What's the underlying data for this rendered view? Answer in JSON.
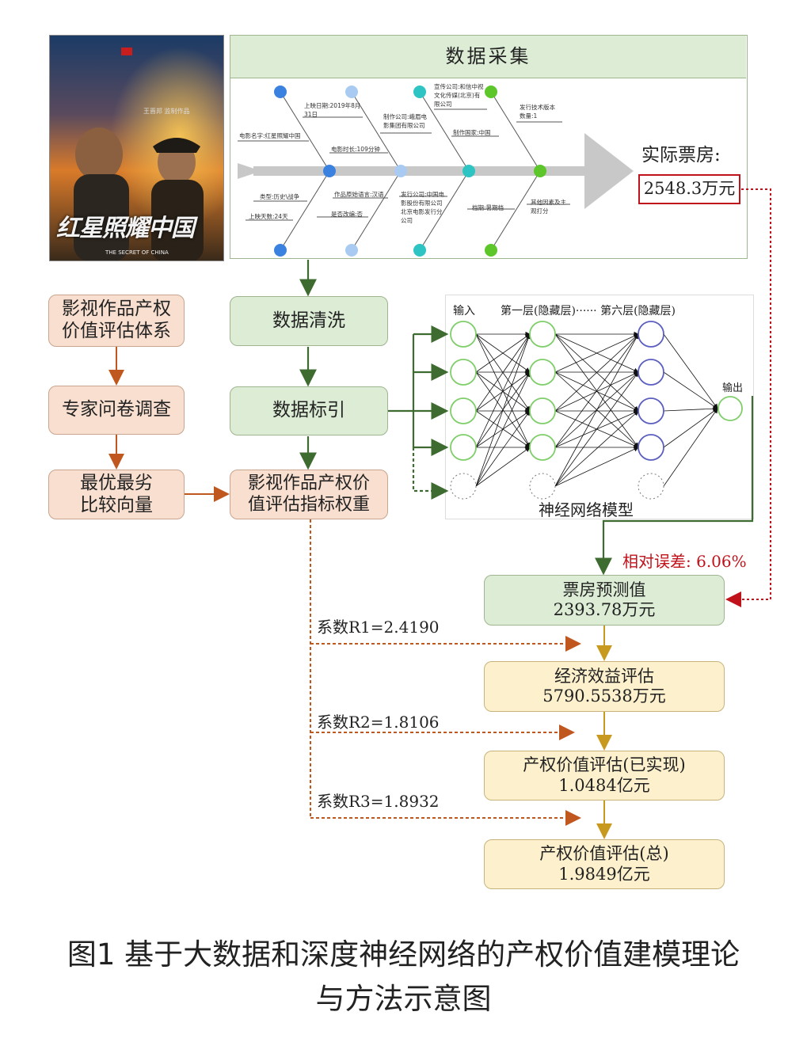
{
  "poster": {
    "title": "红星照耀中国",
    "subtitle": "THE SECRET OF CHINA",
    "producer": "王晋邦 监制作品"
  },
  "collection": {
    "title": "数据采集",
    "actual_label": "实际票房:",
    "actual_value": "2548.3万元",
    "fishbone": [
      {
        "text": "电影名字:红星照耀中国"
      },
      {
        "text": "上映日期:2019年8月31日"
      },
      {
        "text": "电影时长:109分钟"
      },
      {
        "text": "制作公司:峨眉电影集团有限公司"
      },
      {
        "text": "宣传公司:和信中视文化传媒(北京)有限公司"
      },
      {
        "text": "制作国家:中国"
      },
      {
        "text": "发行技术版本数量:1"
      },
      {
        "text": "类型:历史\\战争"
      },
      {
        "text": "上映天数:24天"
      },
      {
        "text": "作品原始语言:汉语"
      },
      {
        "text": "是否改编:否"
      },
      {
        "text": "发行公司:中国电影股份有限公司北京电影发行分公司"
      },
      {
        "text": "档期:暑期档"
      },
      {
        "text": "其他因素及主观打分"
      }
    ]
  },
  "left_flow": {
    "system": "影视作品产权\n价值评估体系",
    "survey": "专家问卷调查",
    "vector": "最优最劣\n比较向量"
  },
  "mid_flow": {
    "clean": "数据清洗",
    "index": "数据标引",
    "weight": "影视作品产权价\n值评估指标权重"
  },
  "nn": {
    "input_label": "输入",
    "hidden_label": "第一层(隐藏层)······ 第六层(隐藏层)",
    "output_label": "输出",
    "model_label": "神经网络模型"
  },
  "right_flow": {
    "error_label": "相对误差: 6.06%",
    "forecast": "票房预测值\n2393.78万元",
    "economic": "经济效益评估\n5790.5538万元",
    "realized": "产权价值评估(已实现)\n1.0484亿元",
    "total": "产权价值评估(总)\n1.9849亿元"
  },
  "coefficients": {
    "r1": "系数R1=2.4190",
    "r2": "系数R2=1.8106",
    "r3": "系数R3=1.8932"
  },
  "caption": {
    "line1": "图1  基于大数据和深度神经网络的产权价值建模理论",
    "line2": "与方法示意图"
  },
  "colors": {
    "green_line": "#3e6b30",
    "orange_line": "#c0571f",
    "gold_line": "#c79a1f",
    "red_dotted": "#c0121a"
  }
}
